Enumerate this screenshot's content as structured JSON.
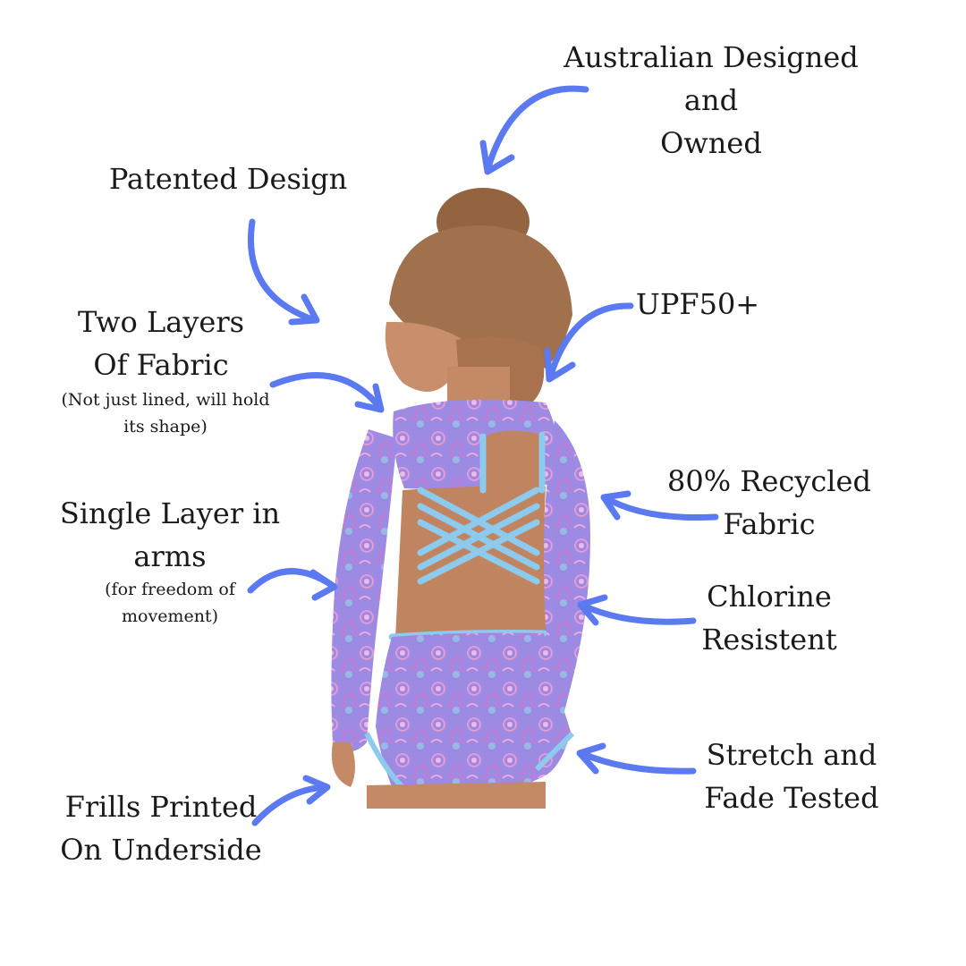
{
  "colors": {
    "arrow": "#5b79f0",
    "text": "#1a1a1a",
    "background": "#ffffff",
    "swimsuit_main": "#9a86e0",
    "swimsuit_pattern": "#d38ad8",
    "swimsuit_trim": "#8cc4ea",
    "skin": "#c48a66",
    "hair": "#9c6a44"
  },
  "features": {
    "australian": {
      "lines": [
        "Australian Designed",
        "and",
        "Owned"
      ]
    },
    "patented": {
      "lines": [
        "Patented Design"
      ]
    },
    "upf": {
      "lines": [
        "UPF50+"
      ]
    },
    "two_layers": {
      "lines": [
        "Two Layers",
        "Of Fabric"
      ],
      "note": [
        "(Not just lined, will hold",
        "its shape)"
      ]
    },
    "recycled": {
      "lines": [
        "80% Recycled",
        "Fabric"
      ]
    },
    "single_layer": {
      "lines": [
        "Single Layer in",
        "arms"
      ],
      "note": [
        "(for freedom of",
        "movement)"
      ]
    },
    "chlorine": {
      "lines": [
        "Chlorine",
        "Resistent"
      ]
    },
    "frills": {
      "lines": [
        "Frills Printed",
        "On Underside"
      ]
    },
    "stretch": {
      "lines": [
        "Stretch and",
        "Fade Tested"
      ]
    }
  },
  "photo": {
    "subject": "girl wearing long-sleeve paisley swimsuit with criss-cross open back, viewed from behind"
  }
}
